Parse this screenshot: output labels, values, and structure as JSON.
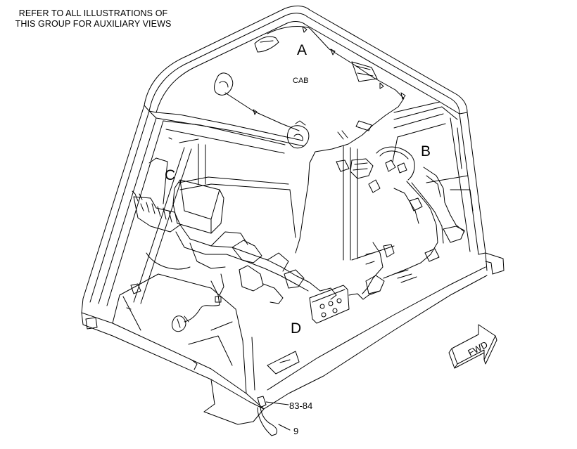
{
  "note": {
    "line1": "REFER TO ALL ILLUSTRATIONS OF",
    "line2": "THIS GROUP FOR AUXILIARY VIEWS"
  },
  "callouts": {
    "a": "A",
    "b": "B",
    "c": "C",
    "d": "D",
    "cab": "CAB",
    "part_83_84": "83-84",
    "part_9": "9"
  },
  "fwd_arrow": {
    "label": "FWD"
  },
  "colors": {
    "line": "#000000",
    "background": "#ffffff"
  }
}
